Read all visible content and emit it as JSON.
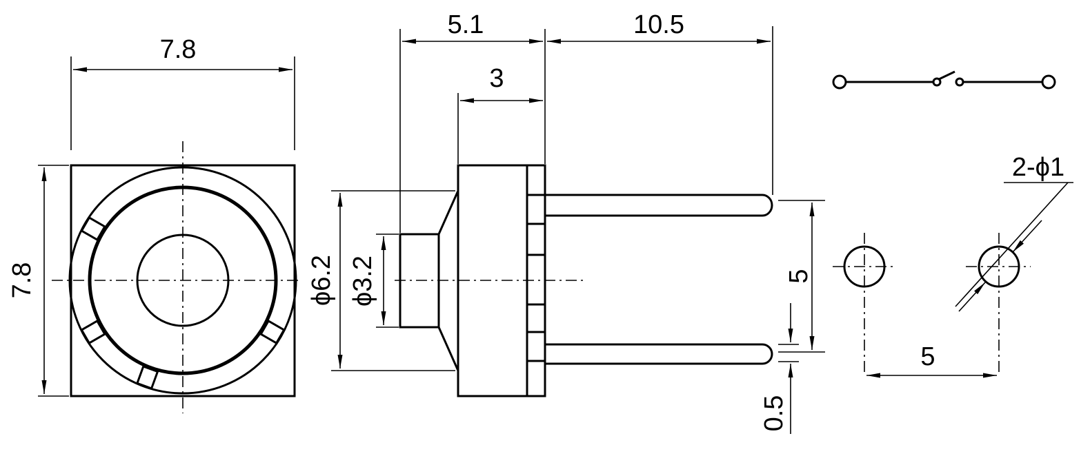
{
  "dimensions": {
    "top_view_width": "7.8",
    "top_view_height": "7.8",
    "plunger_length": "5.1",
    "stem_length": "3",
    "pin_length": "10.5",
    "body_diameter": "ϕ6.2",
    "plunger_diameter": "ϕ3.2",
    "pin_spacing_side": "5",
    "pin_thickness": "0.5",
    "hole_spacing": "5",
    "hole_spec": "2-ϕ1"
  },
  "colors": {
    "line": "#000000",
    "background": "#ffffff"
  }
}
